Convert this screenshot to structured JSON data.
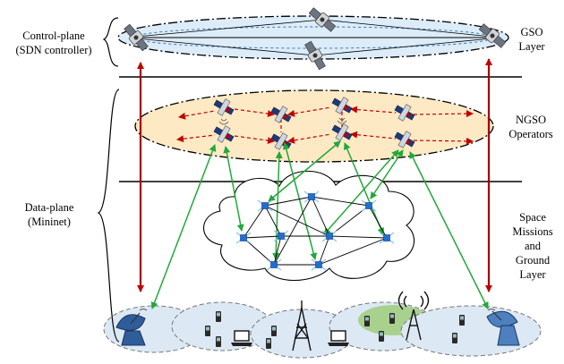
{
  "labels": {
    "control_plane_line1": "Control-plane",
    "control_plane_line2": "(SDN controller)",
    "data_plane_line1": "Data-plane",
    "data_plane_line2": "(Mininet)",
    "gso_line1": "GSO",
    "gso_line2": "Layer",
    "ngso_line1": "NGSO",
    "ngso_line2": "Operators",
    "space_line1": "Space",
    "space_line2": "Missions",
    "space_line3": "and",
    "space_line4": "Ground",
    "space_line5": "Layer"
  },
  "colors": {
    "gso_fill": "#dcecf8",
    "ngso_fill": "#fde9c4",
    "ground_fill": "#dce8f4",
    "green_cell": "#a9d18e",
    "red_arrow": "#c00000",
    "green_link": "#22a83a",
    "satellite_body": "#1f3a7a",
    "node_blue": "#1f6fd0"
  }
}
